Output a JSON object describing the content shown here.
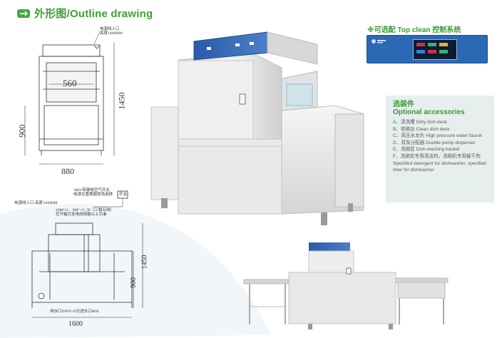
{
  "header": {
    "title": "外形图/Outline drawing"
  },
  "top_clean": {
    "title": "※可选配 Top clean 控制系统"
  },
  "accessories": {
    "title_cn": "选装件",
    "title_en": "Optional accessories",
    "items": [
      "A、清洗槽 Dirty dish desk",
      "B、收碗台 Clean dish desk",
      "C、高压水龙头 High pressure water faucet",
      "D、双泵分配器 Double pump dispenser",
      "E、洗碗篮 Dish-washing basket",
      "F、洗碗机专用清洁剂，洗碗机专用催干剂 Specified detergent for dishwasher, specified drier for dishwasher"
    ]
  },
  "front_view": {
    "note": "电源线入口\n高度1400MM",
    "width_inner": "560",
    "height_total": "1450",
    "height_table": "900",
    "width_total": "880"
  },
  "side_view": {
    "note_switch": "380V带漏电空气开关\n电源位置根据现场选择",
    "note_switch_tag": "开关",
    "note_power": "电源线入口  高度1400MM",
    "note_cable": "16M²×5 -  6M² ×5  5P（三相五线）\n空开箱引至电线规格以上为准",
    "note_drain": "排水口DN50  16分进水口Φ38",
    "height_total": "1450",
    "height_table": "900",
    "width_total": "1600"
  },
  "colors": {
    "accent": "#43a83a",
    "panel": "#2b69b6",
    "box": "#e7eeee"
  }
}
